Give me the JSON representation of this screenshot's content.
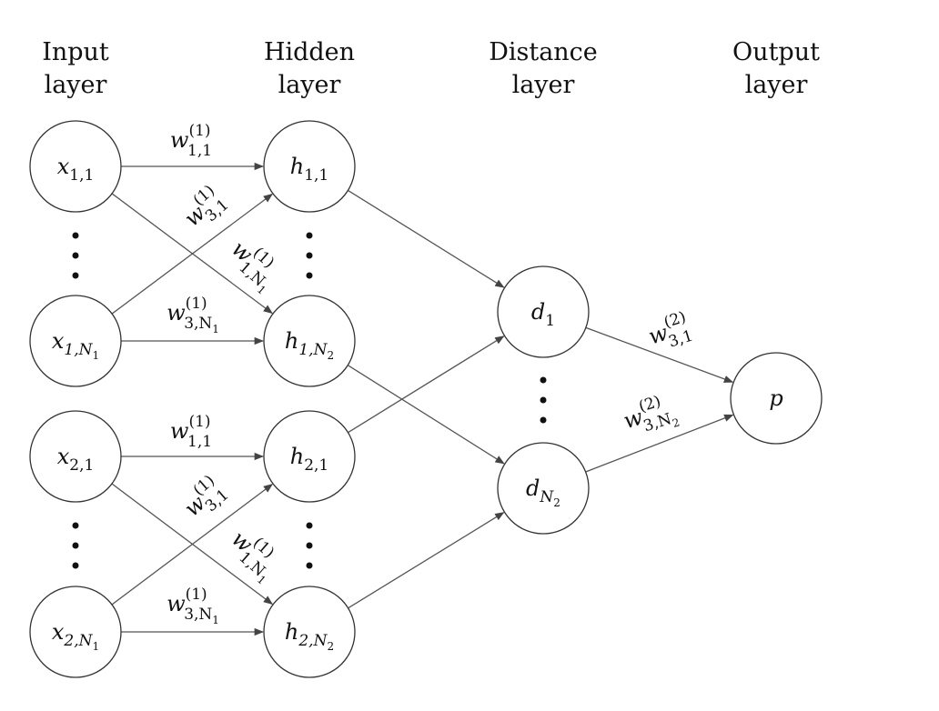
{
  "layers": [
    {
      "id": "input",
      "line1": "Input",
      "line2": "layer"
    },
    {
      "id": "hidden",
      "line1": "Hidden",
      "line2": "layer"
    },
    {
      "id": "distance",
      "line1": "Distance",
      "line2": "layer"
    },
    {
      "id": "output",
      "line1": "Output",
      "line2": "layer"
    }
  ],
  "nodes": [
    {
      "id": "x11",
      "base": "x",
      "sub": "1,1"
    },
    {
      "id": "x1N",
      "base": "x",
      "sub": "1,N",
      "subsub": "1"
    },
    {
      "id": "x21",
      "base": "x",
      "sub": "2,1"
    },
    {
      "id": "x2N",
      "base": "x",
      "sub": "2,N",
      "subsub": "1"
    },
    {
      "id": "h11",
      "base": "h",
      "sub": "1,1"
    },
    {
      "id": "h1N",
      "base": "h",
      "sub": "1,N",
      "subsub": "2"
    },
    {
      "id": "h21",
      "base": "h",
      "sub": "2,1"
    },
    {
      "id": "h2N",
      "base": "h",
      "sub": "2,N",
      "subsub": "2"
    },
    {
      "id": "d1",
      "base": "d",
      "sub": "1"
    },
    {
      "id": "dN",
      "base": "d",
      "sub": "N",
      "subsub": "2"
    },
    {
      "id": "p",
      "base": "p",
      "sub": ""
    }
  ],
  "edges": [
    {
      "from": "x11",
      "to": "h11"
    },
    {
      "from": "x11",
      "to": "h1N"
    },
    {
      "from": "x1N",
      "to": "h11"
    },
    {
      "from": "x1N",
      "to": "h1N"
    },
    {
      "from": "x21",
      "to": "h21"
    },
    {
      "from": "x21",
      "to": "h2N"
    },
    {
      "from": "x2N",
      "to": "h21"
    },
    {
      "from": "x2N",
      "to": "h2N"
    },
    {
      "from": "h11",
      "to": "d1"
    },
    {
      "from": "h21",
      "to": "d1"
    },
    {
      "from": "h1N",
      "to": "dN"
    },
    {
      "from": "h2N",
      "to": "dN"
    },
    {
      "from": "d1",
      "to": "p"
    },
    {
      "from": "dN",
      "to": "p"
    }
  ],
  "weight_labels": [
    {
      "id": "w-a1",
      "base": "w",
      "sup": "(1)",
      "sub": "1,1"
    },
    {
      "id": "w-b1",
      "base": "w",
      "sup": "(1)",
      "sub": "3,1"
    },
    {
      "id": "w-c1",
      "base": "w",
      "sup": "(1)",
      "sub": "1,N",
      "subsub": "1"
    },
    {
      "id": "w-d1",
      "base": "w",
      "sup": "(1)",
      "sub": "3,N",
      "subsub": "1"
    },
    {
      "id": "w-a2",
      "base": "w",
      "sup": "(1)",
      "sub": "1,1"
    },
    {
      "id": "w-b2",
      "base": "w",
      "sup": "(1)",
      "sub": "3,1"
    },
    {
      "id": "w-c2",
      "base": "w",
      "sup": "(1)",
      "sub": "1,N",
      "subsub": "1"
    },
    {
      "id": "w-d2",
      "base": "w",
      "sup": "(1)",
      "sub": "3,N",
      "subsub": "1"
    },
    {
      "id": "w-e",
      "base": "w",
      "sup": "(2)",
      "sub": "3,1"
    },
    {
      "id": "w-f",
      "base": "w",
      "sup": "(2)",
      "sub": "3,N",
      "subsub": "2"
    }
  ]
}
